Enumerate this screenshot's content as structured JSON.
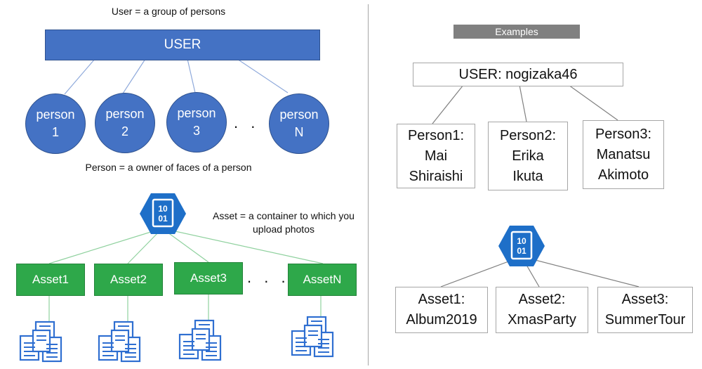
{
  "left": {
    "user_caption": "User = a group of persons",
    "user_label": "USER",
    "persons": [
      {
        "line1": "person",
        "line2": "1"
      },
      {
        "line1": "person",
        "line2": "2"
      },
      {
        "line1": "person",
        "line2": "3"
      },
      {
        "line1": "person",
        "line2": "N"
      }
    ],
    "person_ellipsis": ". . .",
    "person_caption": "Person = a owner of faces of a person",
    "asset_caption_line1": "Asset = a container to which you",
    "asset_caption_line2": "upload photos",
    "asset_icon_text": {
      "line1": "10",
      "line2": "01"
    },
    "assets": [
      "Asset1",
      "Asset2",
      "Asset3",
      "AssetN"
    ],
    "asset_ellipsis": ". . ."
  },
  "right": {
    "examples_label": "Examples",
    "user_label": "USER: nogizaka46",
    "persons": [
      {
        "line1": "Person1:",
        "line2": "Mai",
        "line3": "Shiraishi"
      },
      {
        "line1": "Person2:",
        "line2": "Erika",
        "line3": "Ikuta"
      },
      {
        "line1": "Person3:",
        "line2": "Manatsu",
        "line3": "Akimoto"
      }
    ],
    "asset_icon_text": {
      "line1": "10",
      "line2": "01"
    },
    "assets": [
      {
        "line1": "Asset1:",
        "line2": "Album2019"
      },
      {
        "line1": "Asset2:",
        "line2": "XmasParty"
      },
      {
        "line1": "Asset3:",
        "line2": "SummerTour"
      }
    ]
  },
  "colors": {
    "user_blue": "#4472c4",
    "asset_green": "#2ea84a",
    "icon_blue": "#1e6fc8",
    "doc_blue": "#2f6fd1",
    "connector_blue": "#8ea9db",
    "connector_green": "#8fd19e",
    "connector_gray": "#808080"
  }
}
